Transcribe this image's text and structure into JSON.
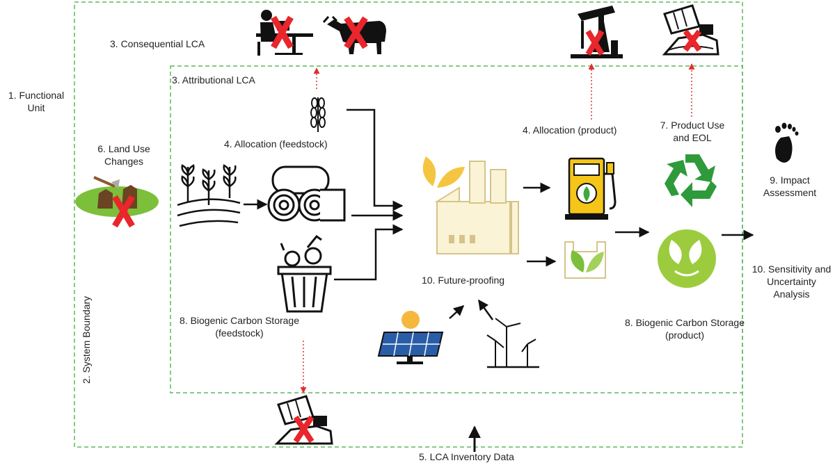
{
  "labels": {
    "functional_unit": "1. Functional Unit",
    "system_boundary": "2. System Boundary",
    "consequential_lca": "3. Consequential LCA",
    "attributional_lca": "3. Attributional LCA",
    "allocation_feedstock": "4. Allocation (feedstock)",
    "allocation_product": "4. Allocation (product)",
    "lca_inventory_data": "5. LCA Inventory Data",
    "land_use_changes": "6. Land Use Changes",
    "product_use_eol": "7. Product Use and EOL",
    "biogenic_storage_feedstock": "8. Biogenic Carbon Storage (feedstock)",
    "biogenic_storage_product": "8. Biogenic Carbon Storage (product)",
    "impact_assessment": "9. Impact Assessment",
    "future_proofing": "10. Future-proofing",
    "sensitivity_uncertainty": "10. Sensitivity and Uncertainty Analysis"
  },
  "icons": [
    "office-worker-icon",
    "cow-icon",
    "oil-pump-icon",
    "landfill-truck-icon",
    "deforestation-icon",
    "wheat-icon",
    "crop-field-icon",
    "hay-bales-icon",
    "food-waste-bin-icon",
    "biorefinery-icon",
    "solar-panel-icon",
    "wind-turbines-icon",
    "fuel-pump-icon",
    "bioplastic-bag-icon",
    "recycle-icon",
    "biogenic-carbon-product-icon",
    "footprint-icon",
    "landfill-truck-bottom-icon"
  ],
  "colors": {
    "boundary": "#5cb85c",
    "red_arrow": "#e03030",
    "red_cross": "#e8262b",
    "green_dark": "#2e8b2e",
    "green_light": "#8cc63f",
    "yellow": "#f5c518"
  }
}
